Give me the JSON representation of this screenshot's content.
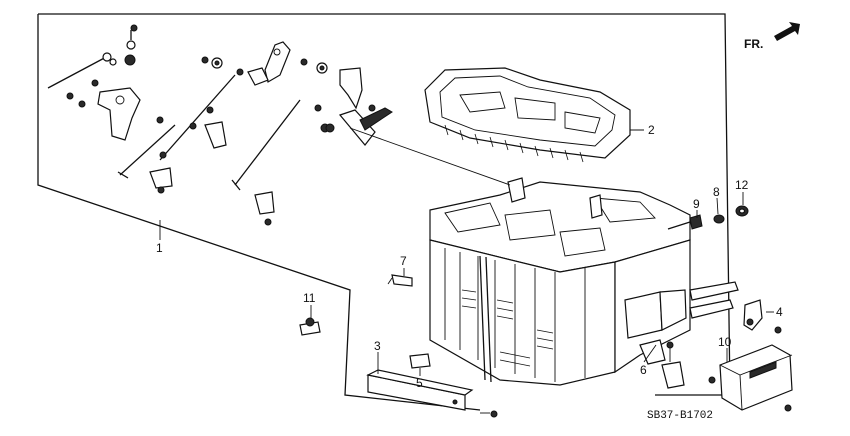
{
  "diagram": {
    "drawing_code": "SB37-B1702",
    "direction_label": "FR.",
    "callouts": [
      {
        "id": "c1",
        "label": "1"
      },
      {
        "id": "c2",
        "label": "2"
      },
      {
        "id": "c3",
        "label": "3"
      },
      {
        "id": "c4",
        "label": "4"
      },
      {
        "id": "c5",
        "label": "5"
      },
      {
        "id": "c6",
        "label": "6"
      },
      {
        "id": "c7",
        "label": "7"
      },
      {
        "id": "c8",
        "label": "8"
      },
      {
        "id": "c9",
        "label": "9"
      },
      {
        "id": "c10",
        "label": "10"
      },
      {
        "id": "c11",
        "label": "11"
      },
      {
        "id": "c12",
        "label": "12"
      }
    ]
  }
}
